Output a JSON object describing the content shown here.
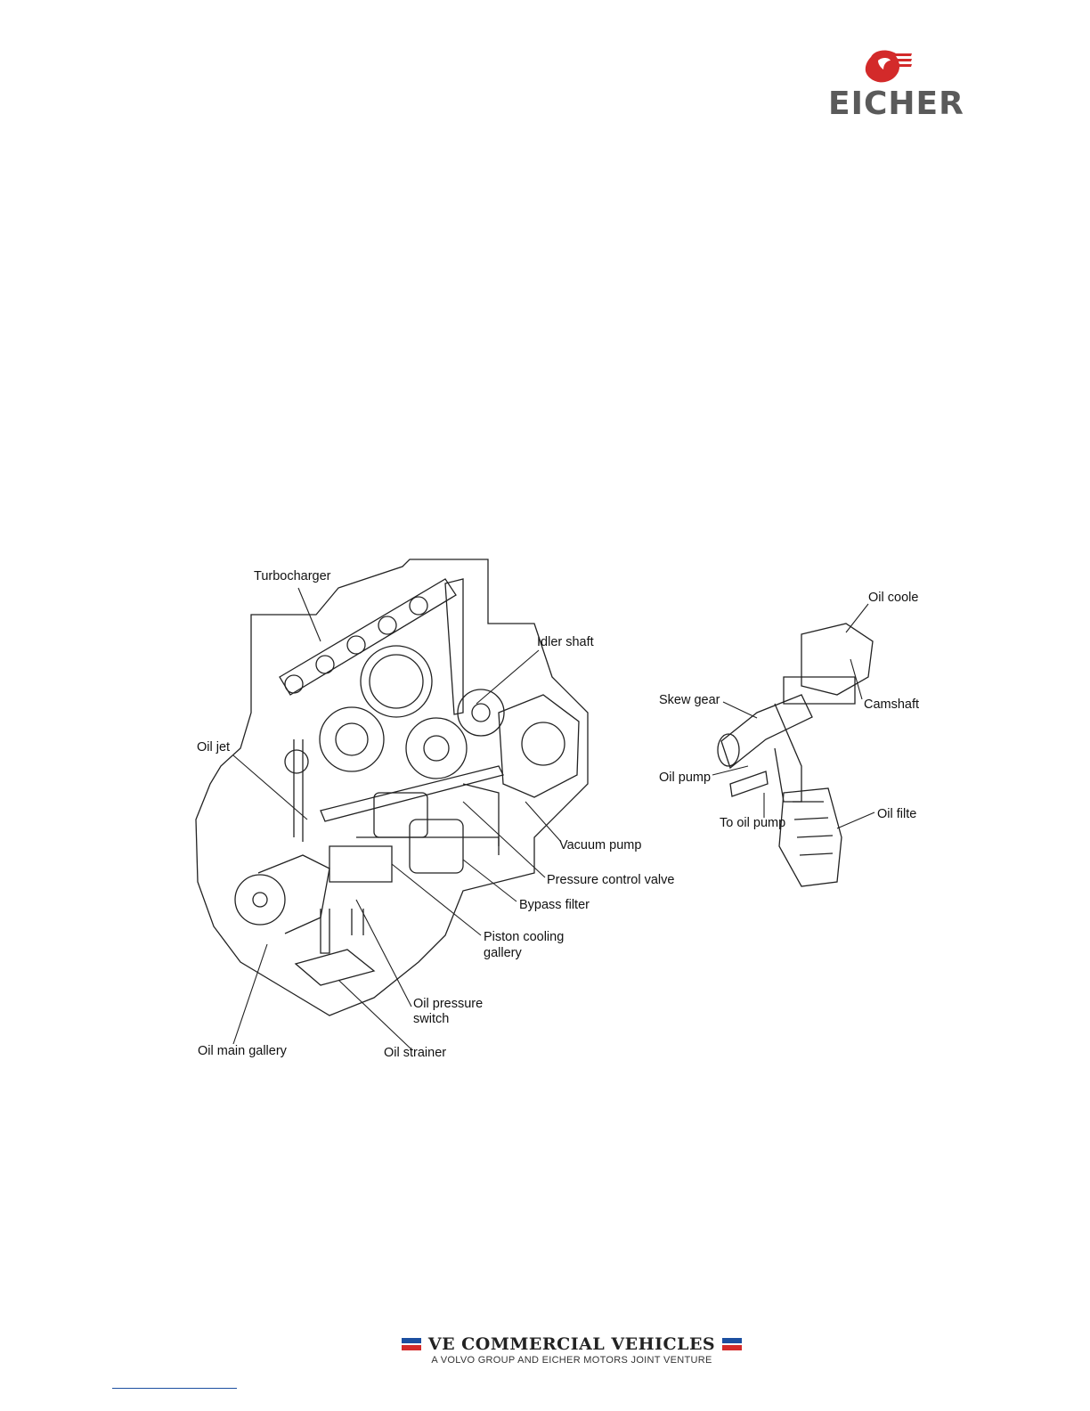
{
  "header": {
    "logo_text": "EICHER",
    "brand_color": "#d32a2a"
  },
  "figure": {
    "labels": {
      "turbocharger": "Turbocharger",
      "idler_shaft": "Idler shaft",
      "oil_jet": "Oil jet",
      "vacuum_pump": "Vacuum pump",
      "pressure_control_valve": "Pressure control valve",
      "bypass_filter": "Bypass filter",
      "piston_cooling_gallery_1": "Piston cooling",
      "piston_cooling_gallery_2": "gallery",
      "oil_pressure_switch_1": "Oil pressure",
      "oil_pressure_switch_2": "switch",
      "oil_main_gallery": "Oil main gallery",
      "oil_strainer": "Oil strainer",
      "oil_cooler": "Oil coole",
      "camshaft": "Camshaft",
      "skew_gear": "Skew gear",
      "oil_pump": "Oil pump",
      "to_oil_pump": "To oil pump",
      "oil_filter": "Oil filte"
    }
  },
  "footer": {
    "title": "VE COMMERCIAL VEHICLES",
    "subtitle": "A VOLVO GROUP AND EICHER MOTORS JOINT VENTURE"
  }
}
